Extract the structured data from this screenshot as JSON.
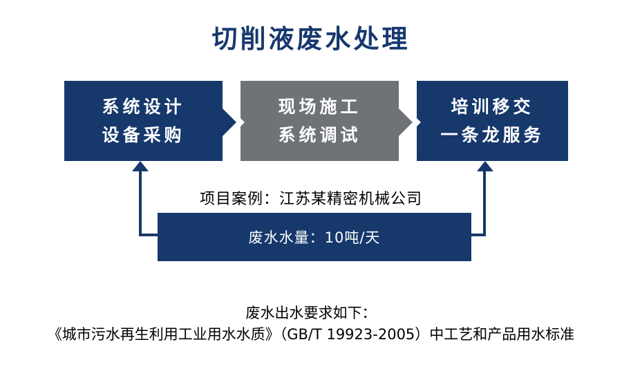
{
  "title": "切削液废水处理",
  "flow": {
    "steps": [
      {
        "line1": "系统设计",
        "line2": "设备采购"
      },
      {
        "line1": "现场施工",
        "line2": "系统调试"
      },
      {
        "line1": "培训移交",
        "line2": "一条龙服务"
      }
    ]
  },
  "project_case": {
    "label": "项目案例：江苏某精密机械公司",
    "water_volume": "废水水量：10吨/天"
  },
  "effluent_requirements": {
    "heading": "废水出水要求如下：",
    "standard": "《城市污水再生利用工业用水水质》（GB/T 19923-2005）中工艺和产品用水标准"
  },
  "colors": {
    "primary_blue": "#16386b",
    "title_blue": "#17386e",
    "step_gray": "#6f7378",
    "text_black": "#000000",
    "background": "#ffffff"
  }
}
